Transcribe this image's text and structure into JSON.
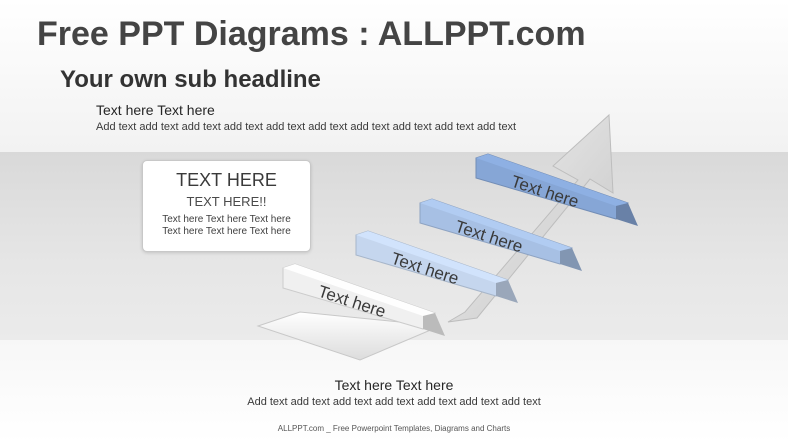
{
  "header": {
    "title": "Free PPT Diagrams : ALLPPT.com",
    "subheadline": "Your own sub headline"
  },
  "intro": {
    "title": "Text here Text here",
    "body": "Add text add text add text add text add text add text add text add text add text add text"
  },
  "card": {
    "title": "TEXT HERE",
    "subtitle": "TEXT HERE!!",
    "line1": "Text here Text here Text here",
    "line2": "Text here Text here Text here"
  },
  "diagram": {
    "steps": [
      {
        "label": "Text here",
        "color": "#f0f0f0"
      },
      {
        "label": "Text here",
        "color": "#c5d6ee"
      },
      {
        "label": "Text here",
        "color": "#a7c0e4"
      },
      {
        "label": "Text here",
        "color": "#86a6d6"
      }
    ],
    "arrow_color": "#d9d9d9"
  },
  "bottom": {
    "title": "Text here Text here",
    "body": "Add text add text add text add text add text add text add text"
  },
  "footer": {
    "text": "ALLPPT.com _ Free Powerpoint Templates, Diagrams and Charts"
  }
}
